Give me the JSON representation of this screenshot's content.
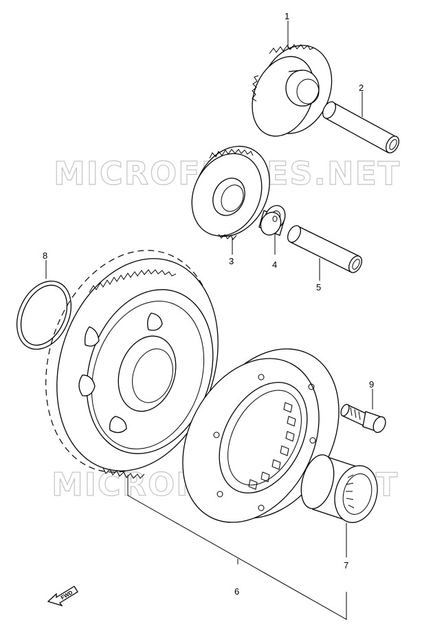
{
  "watermark": {
    "text": "MICROFICHES.NET"
  },
  "callouts": [
    {
      "id": "1",
      "label": "1"
    },
    {
      "id": "2",
      "label": "2"
    },
    {
      "id": "3",
      "label": "3"
    },
    {
      "id": "4",
      "label": "4"
    },
    {
      "id": "5",
      "label": "5"
    },
    {
      "id": "6",
      "label": "6"
    },
    {
      "id": "7",
      "label": "7"
    },
    {
      "id": "8",
      "label": "8"
    },
    {
      "id": "9",
      "label": "9"
    }
  ],
  "fwd_arrow": {
    "label": "FWD"
  }
}
